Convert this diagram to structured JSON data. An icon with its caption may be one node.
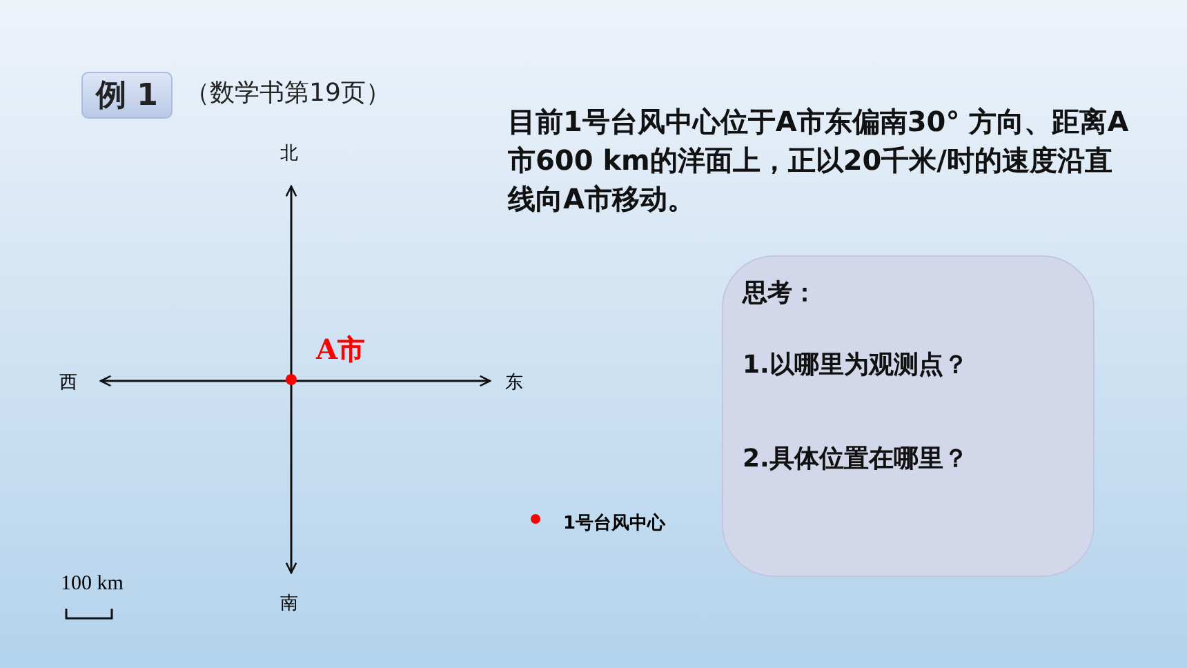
{
  "diagram": {
    "nodes": [
      {
        "text": [
          "例 1"
        ]
      },
      {
        "text": [
          "思考：",
          "1.以哪里为观测点？",
          "2.具体位置在哪里？"
        ]
      }
    ],
    "labels": [
      "（数学书第19页）",
      "目前1号台风中心位于A市东偏南30° 方向、距离A市600 km的洋面上，正以20千米/时的速度沿直线向A市移动。",
      "北",
      "A市",
      "西",
      "东",
      "1号台风中心",
      "100 km",
      "南"
    ]
  }
}
